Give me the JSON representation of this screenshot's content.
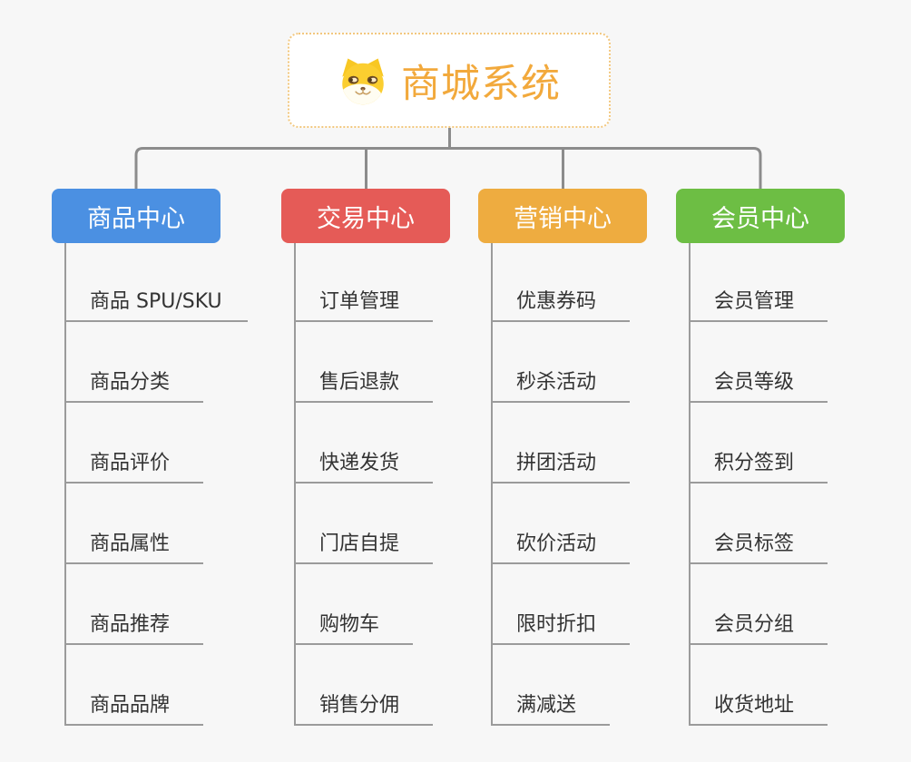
{
  "root": {
    "title": "商城系统",
    "icon": "dog-face-icon"
  },
  "branches": [
    {
      "label": "商品中心",
      "color": "#4b90e2",
      "items": [
        "商品 SPU/SKU",
        "商品分类",
        "商品评价",
        "商品属性",
        "商品推荐",
        "商品品牌"
      ]
    },
    {
      "label": "交易中心",
      "color": "#e55b57",
      "items": [
        "订单管理",
        "售后退款",
        "快递发货",
        "门店自提",
        "购物车",
        "销售分佣"
      ]
    },
    {
      "label": "营销中心",
      "color": "#eeac40",
      "items": [
        "优惠券码",
        "秒杀活动",
        "拼团活动",
        "砍价活动",
        "限时折扣",
        "满减送"
      ]
    },
    {
      "label": "会员中心",
      "color": "#6dbe44",
      "items": [
        "会员管理",
        "会员等级",
        "积分签到",
        "会员标签",
        "会员分组",
        "收货地址"
      ]
    }
  ],
  "colors": {
    "background": "#f7f7f7",
    "connector_gray": "#8c8c8c",
    "leaf_line_gray": "#9b9b9b",
    "root_text_orange": "#f2a93c",
    "root_border_orange": "#f2c77e",
    "leaf_text": "#333333",
    "header_text": "#ffffff"
  }
}
